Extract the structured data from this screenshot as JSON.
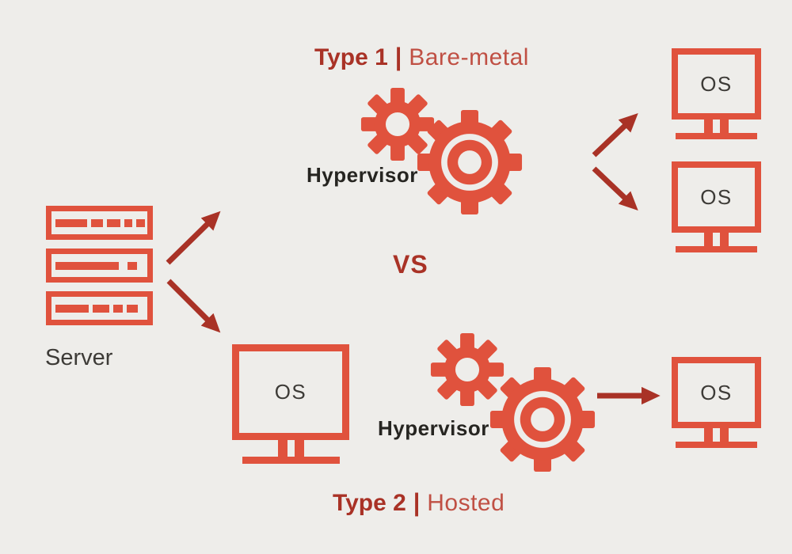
{
  "colors": {
    "background": "#eeedea",
    "icon_red": "#e0523d",
    "dark_red": "#a93226",
    "light_red": "#c05044",
    "text_dark": "#262521",
    "text_gray": "#3d3b37"
  },
  "titles": {
    "type1": {
      "label": "Type 1",
      "separator": "|",
      "variant": "Bare-metal"
    },
    "type2": {
      "label": "Type 2",
      "separator": "|",
      "variant": "Hosted"
    }
  },
  "vs_label": "VS",
  "server": {
    "label": "Server"
  },
  "hypervisors": {
    "top": "Hypervisor",
    "bottom": "Hypervisor"
  },
  "monitors": {
    "type1_vm1": "OS",
    "type1_vm2": "OS",
    "type2_host": "OS",
    "type2_vm": "OS"
  },
  "icons": {
    "gear_pair": "gear-pair-icon",
    "server_rack": "server-rack-icon",
    "monitor": "monitor-icon",
    "arrow": "arrow-icon"
  }
}
